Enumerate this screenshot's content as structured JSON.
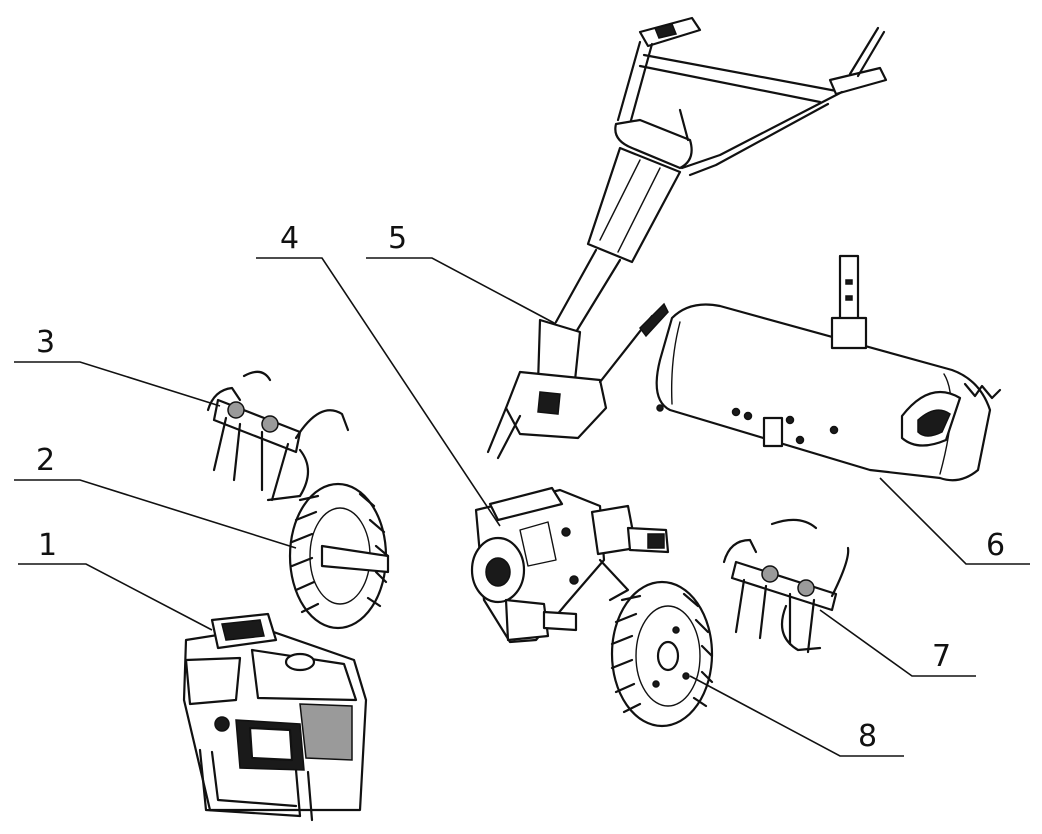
{
  "callouts": [
    {
      "id": "1",
      "label": "1",
      "part": "engine"
    },
    {
      "id": "2",
      "label": "2",
      "part": "left-wheel"
    },
    {
      "id": "3",
      "label": "3",
      "part": "left-tiller-blades"
    },
    {
      "id": "4",
      "label": "4",
      "part": "gearbox"
    },
    {
      "id": "5",
      "label": "5",
      "part": "handlebar"
    },
    {
      "id": "6",
      "label": "6",
      "part": "rear-fender"
    },
    {
      "id": "7",
      "label": "7",
      "part": "right-tiller-blades"
    },
    {
      "id": "8",
      "label": "8",
      "part": "right-wheel"
    }
  ]
}
